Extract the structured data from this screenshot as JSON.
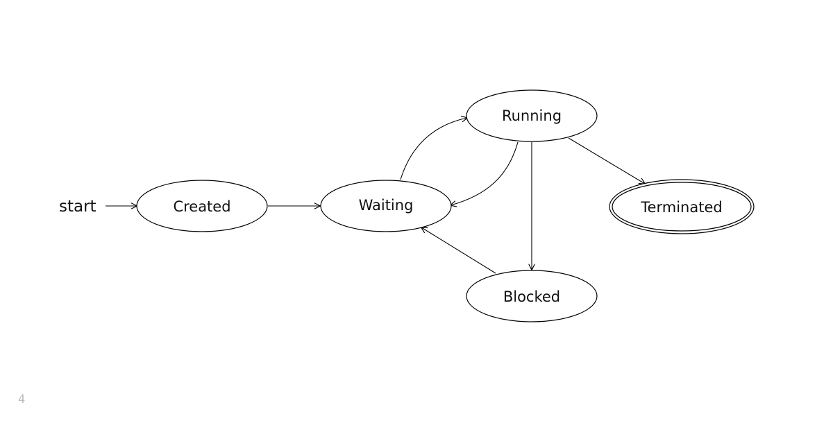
{
  "diagram": {
    "start_label": "start",
    "states": {
      "created": "Created",
      "waiting": "Waiting",
      "running": "Running",
      "blocked": "Blocked",
      "terminated": "Terminated"
    },
    "transitions": [
      {
        "from": "start",
        "to": "created"
      },
      {
        "from": "created",
        "to": "waiting"
      },
      {
        "from": "waiting",
        "to": "running"
      },
      {
        "from": "running",
        "to": "waiting"
      },
      {
        "from": "running",
        "to": "blocked"
      },
      {
        "from": "running",
        "to": "terminated"
      },
      {
        "from": "blocked",
        "to": "waiting"
      }
    ],
    "final_state": "terminated"
  },
  "footer": {
    "page_number": "4"
  }
}
